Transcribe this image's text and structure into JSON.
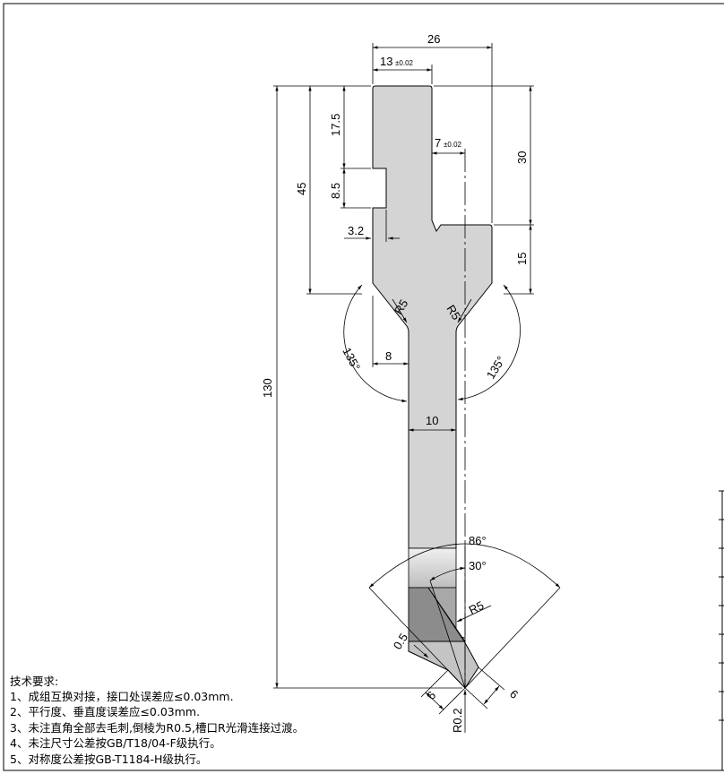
{
  "dimensions": {
    "width_26": "26",
    "width_13": "13",
    "tol_13": "±0.02",
    "width_7": "7",
    "tol_7": "±0.02",
    "height_17_5": "17.5",
    "height_8_5": "8.5",
    "height_45": "45",
    "height_30": "30",
    "height_15": "15",
    "height_130": "130",
    "notch_3_2": "3.2",
    "radius_left": "R5",
    "radius_right": "R5",
    "angle_left": "135°",
    "angle_right": "135°",
    "width_8": "8",
    "width_10": "10",
    "angle_86": "86°",
    "angle_30": "30°",
    "radius_tip": "R5",
    "chamfer_0_5": "0.5",
    "tip_6_left": "6",
    "tip_6_right": "6",
    "tip_radius": "R0.2"
  },
  "notes": {
    "heading": "技术要求:",
    "items": [
      "1、成组互换对接，接口处误差应≤0.03mm.",
      "2、平行度、垂直度误差应≤0.03mm.",
      "3、未注直角全部去毛刺,倒棱为R0.5,槽口R光滑连接过渡。",
      "4、未注尺寸公差按GB/T18/04-F级执行。",
      "5、对称度公差按GB-T1184-H级执行。"
    ]
  },
  "colors": {
    "part_fill": "#d4d4d4",
    "tip_shade": "#a8a8a8",
    "tip_dark": "#8c8c8c",
    "line": "#000000"
  }
}
